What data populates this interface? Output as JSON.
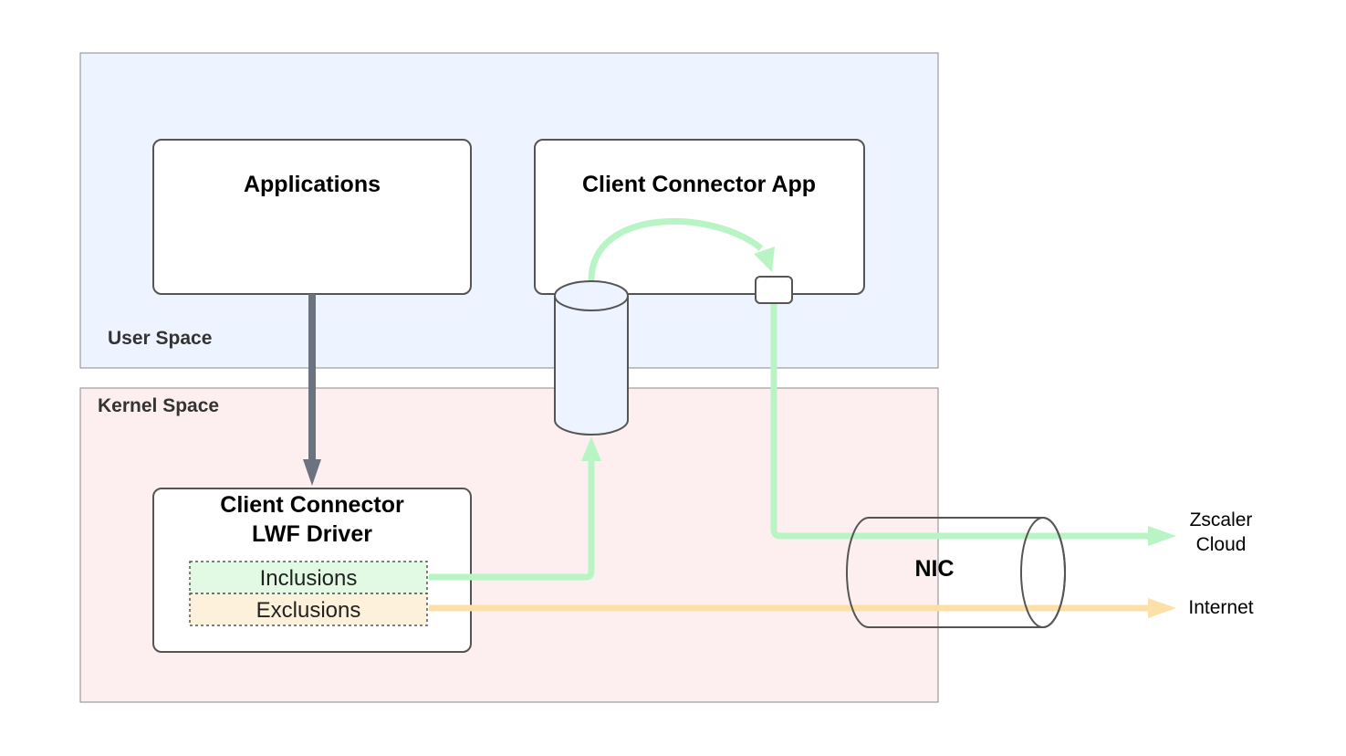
{
  "regions": {
    "user_space": "User Space",
    "kernel_space": "Kernel Space"
  },
  "boxes": {
    "applications": "Applications",
    "client_app": "Client Connector App",
    "lwf_driver_line1": "Client Connector",
    "lwf_driver_line2": "LWF Driver",
    "inclusions": "Inclusions",
    "exclusions": "Exclusions",
    "nic": "NIC"
  },
  "destinations": {
    "zscaler_line1": "Zscaler",
    "zscaler_line2": "Cloud",
    "internet": "Internet"
  },
  "colors": {
    "user_space_fill": "#edf4ff",
    "kernel_space_fill": "#fdefef",
    "inclusion_flow": "#b9f5c4",
    "exclusion_flow": "#fde0a8",
    "app_flow": "#6b7280",
    "inclusions_fill": "#e2f9e4",
    "exclusions_fill": "#fdf1dc"
  }
}
